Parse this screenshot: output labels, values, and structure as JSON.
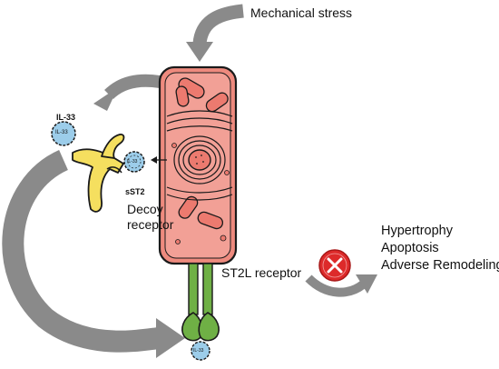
{
  "labels": {
    "mechanical_stress": "Mechanical stress",
    "il33_free": "IL-33",
    "sst2": "sST2",
    "decoy_line1": "Decoy",
    "decoy_line2": "receptor",
    "st2l_receptor": "ST2L receptor",
    "outcome_1": "Hypertrophy",
    "outcome_2": "Apoptosis",
    "outcome_3": "Adverse Remodeling",
    "molecule_text": "IL-33"
  },
  "colors": {
    "cell_fill": "#ee8a7e",
    "cell_inner": "#f2a096",
    "organelle_fill": "#ec7a6f",
    "outline": "#1a1a1a",
    "arrow_gray": "#8a8a8a",
    "decoy_yellow": "#f5df5f",
    "receptor_green": "#6fb045",
    "il33_blue": "#9ccdea",
    "block_red": "#dd2a2a"
  },
  "icons": {
    "cardiomyocyte": "cardiomyocyte-cell",
    "decoy": "y-shaped-decoy-receptor",
    "receptor": "membrane-receptor",
    "molecule": "il33-molecule",
    "block": "x-circle-icon"
  }
}
